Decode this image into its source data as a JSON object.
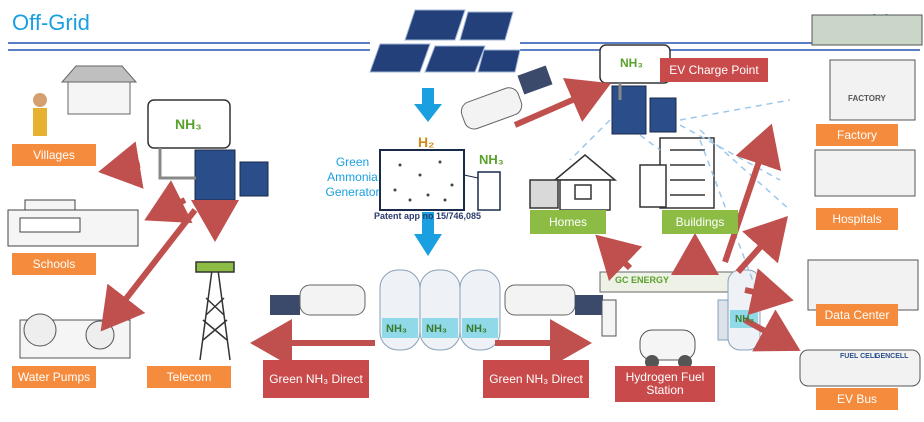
{
  "headers": {
    "off_grid": "Off-Grid",
    "on_grid": "On Grid"
  },
  "generator": {
    "label": "Green Ammonia Generator",
    "label_lines": [
      "Green",
      "Ammonia",
      "Generator"
    ],
    "patent": "Patent app no 15/746,085",
    "h2": "H₂",
    "nh3": "NH₃"
  },
  "tank_label": "NH₃",
  "labels": {
    "villages": "Villages",
    "schools": "Schools",
    "water_pumps": "Water Pumps",
    "telecom": "Telecom",
    "green_direct_left": "Green NH₃ Direct",
    "green_direct_right": "Green NH₃ Direct",
    "hydrogen_station": "Hydrogen Fuel Station",
    "homes": "Homes",
    "buildings": "Buildings",
    "ev_charge": "EV Charge Point",
    "factory": "Factory",
    "hospitals": "Hospitals",
    "data_center": "Data Center",
    "ev_bus": "EV Bus"
  },
  "signage": {
    "gc_energy": "GC ENERGY",
    "factory_sign": "FACTORY",
    "fuel_cell": "FUEL CELL",
    "gencell": "GENCELL"
  },
  "colors": {
    "accent_blue": "#1aa0e0",
    "orange": "#f58b3c",
    "green": "#8dbc45",
    "red": "#c94a4a",
    "arrow_red": "#c0504d",
    "rule_blue": "#5a7fc6"
  }
}
